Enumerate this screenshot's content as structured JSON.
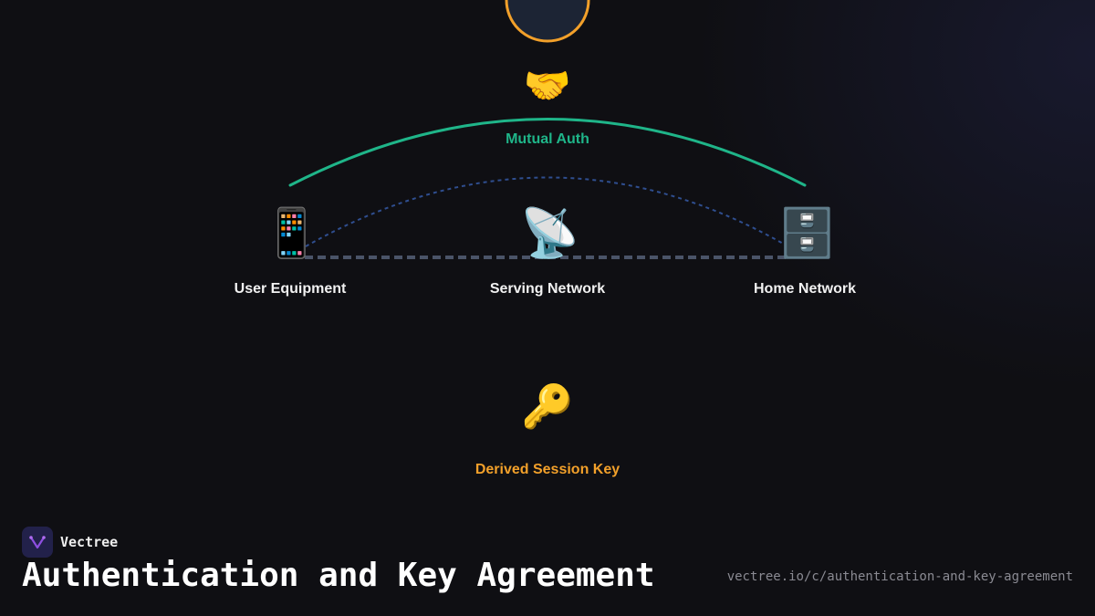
{
  "diagram": {
    "nodes": [
      {
        "id": "ue",
        "label": "User Equipment",
        "icon": "mobile-phone-icon",
        "glyph": "📱"
      },
      {
        "id": "sn",
        "label": "Serving Network",
        "icon": "satellite-antenna-icon",
        "glyph": "📡"
      },
      {
        "id": "hn",
        "label": "Home Network",
        "icon": "file-cabinet-icon",
        "glyph": "🗄️"
      }
    ],
    "mutual_auth": {
      "label": "Mutual Auth",
      "icon": "handshake-icon",
      "glyph": "🤝"
    },
    "session_key": {
      "label": "Derived Session Key",
      "icon": "key-icon",
      "glyph": "🔑"
    },
    "colors": {
      "auth_arc": "#1fb589",
      "inner_arc": "#2f4e8f",
      "baseline": "#4a5468",
      "accent_ring": "#f2a02a",
      "ring_fill": "#1c2434",
      "key_label": "#f2a02a"
    }
  },
  "footer": {
    "brand_name": "Vectree",
    "brand_logo_icon": "vectree-logo-icon",
    "title": "Authentication and Key Agreement",
    "url": "vectree.io/c/authentication-and-key-agreement"
  }
}
